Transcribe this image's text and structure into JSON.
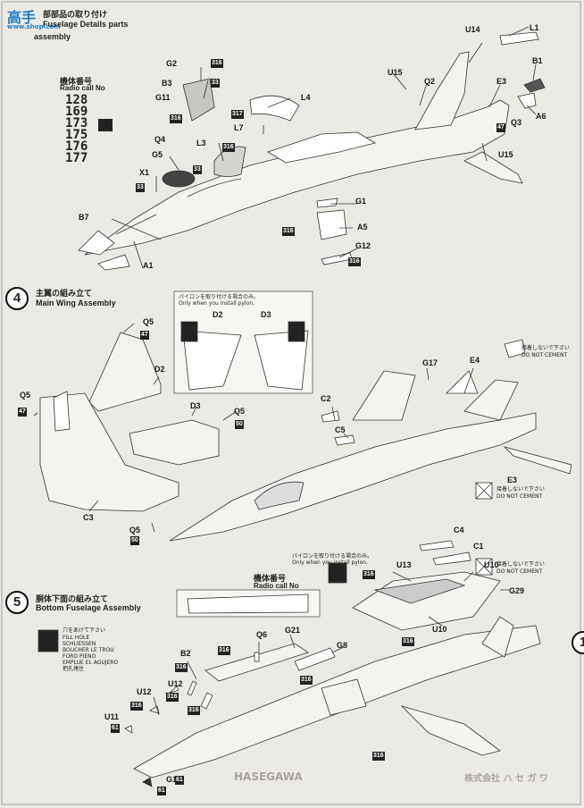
{
  "watermark": {
    "logo_text": "高手",
    "site": "www.shop.com"
  },
  "sections": {
    "fuselage": {
      "title_jp": "部部品の取り付け",
      "title_en_1": "Fuselage Details parts",
      "title_en_2": "assembly",
      "radio_jp": "機体番号",
      "radio_en": "Radio call No",
      "radio_numbers": [
        "128",
        "169",
        "173",
        "175",
        "176",
        "177"
      ]
    },
    "wing": {
      "number": "4",
      "title_jp": "主翼の組み立て",
      "title_en": "Main Wing Assembly",
      "pylon_jp": "パイロンを取り付ける場合のみ。",
      "pylon_en": "Only when you install pylon."
    },
    "bottom": {
      "number": "5",
      "title_jp": "胴体下面の組み立て",
      "title_en": "Bottom Fuselage Assembly",
      "hole_jp": "穴をあけて下さい",
      "hole_lines": [
        "FILL HOLE",
        "SCHLIESSEN",
        "BOUCHER LE TROU",
        "FORO PIENO",
        "EMPLUE EL AGUJERO",
        "把孔堵住"
      ],
      "pylon_jp": "パイロンを取り付ける場合のみ。",
      "pylon_en": "Only when you install pylon.",
      "radio_jp": "機体番号",
      "radio_en": "Radio call No"
    },
    "cement": {
      "jp": "接着しないで下さい",
      "en": "DO NOT CEMENT"
    },
    "side_number": "1"
  },
  "labels": [
    "U14",
    "L1",
    "U15",
    "Q2",
    "B1",
    "E3",
    "A6",
    "Q3",
    "G2",
    "B3",
    "G11",
    "L4",
    "L7",
    "Q4",
    "L3",
    "G5",
    "X1",
    "G1",
    "A5",
    "G12",
    "B7",
    "A1",
    "Q5",
    "D2",
    "D3",
    "G17",
    "E4",
    "C2",
    "C5",
    "E3",
    "C3",
    "C4",
    "C1",
    "U13",
    "U10",
    "G29",
    "U10",
    "Q6",
    "G21",
    "G8",
    "B2",
    "U12",
    "U12",
    "U11",
    "G19",
    "D2",
    "D3",
    "Q5",
    "Q5",
    "Q5",
    "U15"
  ],
  "badges": [
    "316",
    "33",
    "316",
    "317",
    "33",
    "33",
    "316",
    "316",
    "316",
    "47",
    "47",
    "47",
    "50",
    "50",
    "316",
    "316",
    "316",
    "316",
    "316",
    "316",
    "316",
    "316",
    "316",
    "61",
    "61",
    "61"
  ],
  "footer": {
    "brand": "HASEGAWA",
    "jp": "株式会社 ハ セ ガ ワ"
  }
}
